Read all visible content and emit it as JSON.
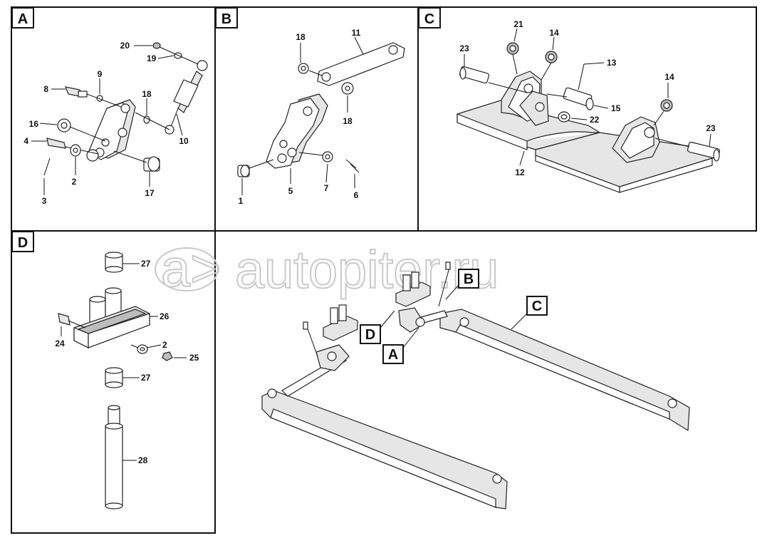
{
  "panels": [
    {
      "id": "A",
      "label": "A"
    },
    {
      "id": "B",
      "label": "B"
    },
    {
      "id": "C",
      "label": "C"
    },
    {
      "id": "D",
      "label": "D"
    }
  ],
  "overview_callouts": {
    "a": "A",
    "b": "B",
    "c": "C",
    "d": "D"
  },
  "watermark": {
    "text": "autopiter.ru",
    "mark": "a>"
  },
  "parts_a": {
    "p20": "20",
    "p19": "19",
    "p9": "9",
    "p8": "8",
    "p18": "18",
    "p16": "16",
    "p4": "4",
    "p10": "10",
    "p3": "3",
    "p2": "2",
    "p17": "17"
  },
  "parts_b": {
    "p18a": "18",
    "p11": "11",
    "p18b": "18",
    "p1": "1",
    "p5": "5",
    "p7": "7",
    "p6": "6"
  },
  "parts_c": {
    "p23a": "23",
    "p21": "21",
    "p14a": "14",
    "p13": "13",
    "p15": "15",
    "p22": "22",
    "p14b": "14",
    "p23b": "23",
    "p12": "12"
  },
  "parts_d": {
    "p27a": "27",
    "p26": "26",
    "p24": "24",
    "p2": "2",
    "p25": "25",
    "p27b": "27",
    "p28": "28"
  }
}
